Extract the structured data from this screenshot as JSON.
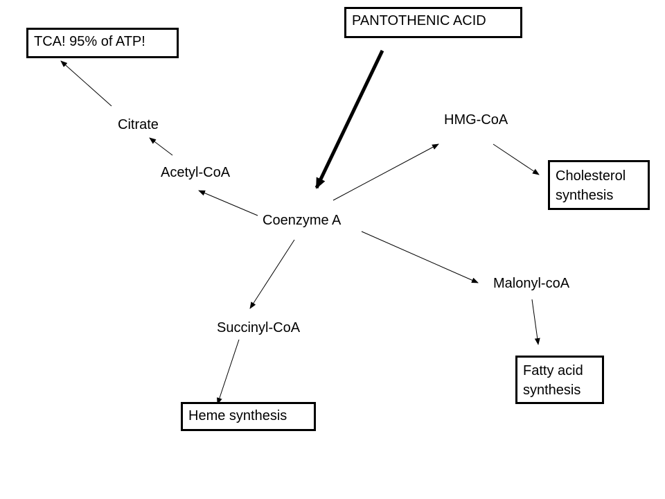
{
  "diagram": {
    "nodes": {
      "pantothenic": {
        "lines": [
          "PANTOTHENIC ACID"
        ]
      },
      "tca": {
        "lines": [
          "TCA! 95% of ATP!"
        ]
      },
      "citrate": {
        "lines": [
          "Citrate"
        ]
      },
      "acetyl": {
        "lines": [
          "Acetyl-CoA"
        ]
      },
      "coenzyme": {
        "lines": [
          "Coenzyme A"
        ]
      },
      "hmg": {
        "lines": [
          "HMG-CoA"
        ]
      },
      "cholesterol": {
        "lines": [
          "Cholesterol",
          "synthesis"
        ]
      },
      "malonyl": {
        "lines": [
          "Malonyl-coA"
        ]
      },
      "fatty": {
        "lines": [
          "Fatty acid",
          "synthesis"
        ]
      },
      "succinyl": {
        "lines": [
          "Succinyl-CoA"
        ]
      },
      "heme": {
        "lines": [
          "Heme synthesis"
        ]
      }
    },
    "edges": [
      {
        "from": "pantothenic",
        "to": "coenzyme",
        "emphasis": "thick"
      },
      {
        "from": "coenzyme",
        "to": "acetyl"
      },
      {
        "from": "acetyl",
        "to": "citrate"
      },
      {
        "from": "citrate",
        "to": "tca"
      },
      {
        "from": "coenzyme",
        "to": "hmg"
      },
      {
        "from": "hmg",
        "to": "cholesterol"
      },
      {
        "from": "coenzyme",
        "to": "malonyl"
      },
      {
        "from": "malonyl",
        "to": "fatty"
      },
      {
        "from": "coenzyme",
        "to": "succinyl"
      },
      {
        "from": "succinyl",
        "to": "heme"
      }
    ],
    "colors": {
      "ink": "#000000",
      "background": "#ffffff"
    }
  }
}
